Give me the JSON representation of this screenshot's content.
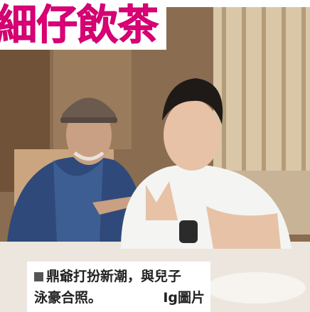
{
  "headline": {
    "text": "細仔飲茶",
    "color": "#e6007e"
  },
  "caption": {
    "line1": "鼎爺打扮新潮，與兒子",
    "line2": "泳豪合照。",
    "credit": "Ig圖片",
    "bullet_icon": "black-square-icon"
  },
  "photo": {
    "subjects": [
      "elderly-man-in-cap",
      "young-man-in-white-shirt"
    ]
  }
}
